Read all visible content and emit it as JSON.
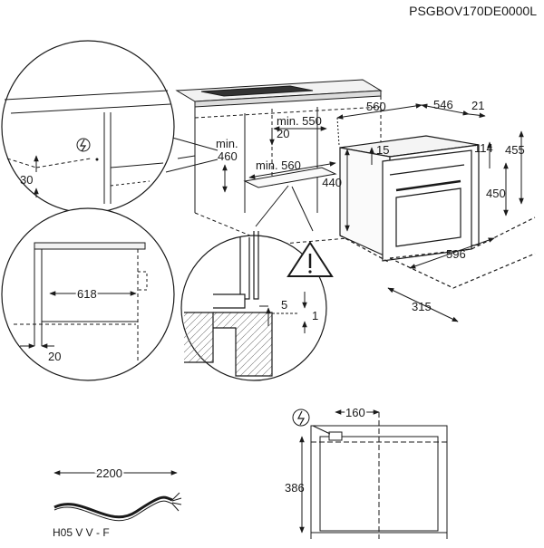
{
  "doc_code": "PSGBOV170DE0000L",
  "cabinet": {
    "min_depth": "min. 550",
    "gap_top": "20",
    "min_height_label": "min.",
    "min_height_value": "460",
    "min_width": "min. 560",
    "socket_offset": "30"
  },
  "oven": {
    "width": "560",
    "depth": "546",
    "door_thickness": "21",
    "top_offset": "15",
    "door_offset": "114",
    "height_total": "455",
    "body_height": "440",
    "inner_height": "450",
    "front_width": "596",
    "door_open_depth": "315"
  },
  "side_section": {
    "inner_depth": "618",
    "front_gap": "20"
  },
  "detail": {
    "gap_front": "5",
    "gap_bottom": "1"
  },
  "connection": {
    "offset": "160",
    "height": "386"
  },
  "cable": {
    "length": "2200",
    "type": "H05 V V - F"
  },
  "icons": [
    "electrical-hazard-icon",
    "warning-triangle-icon"
  ]
}
